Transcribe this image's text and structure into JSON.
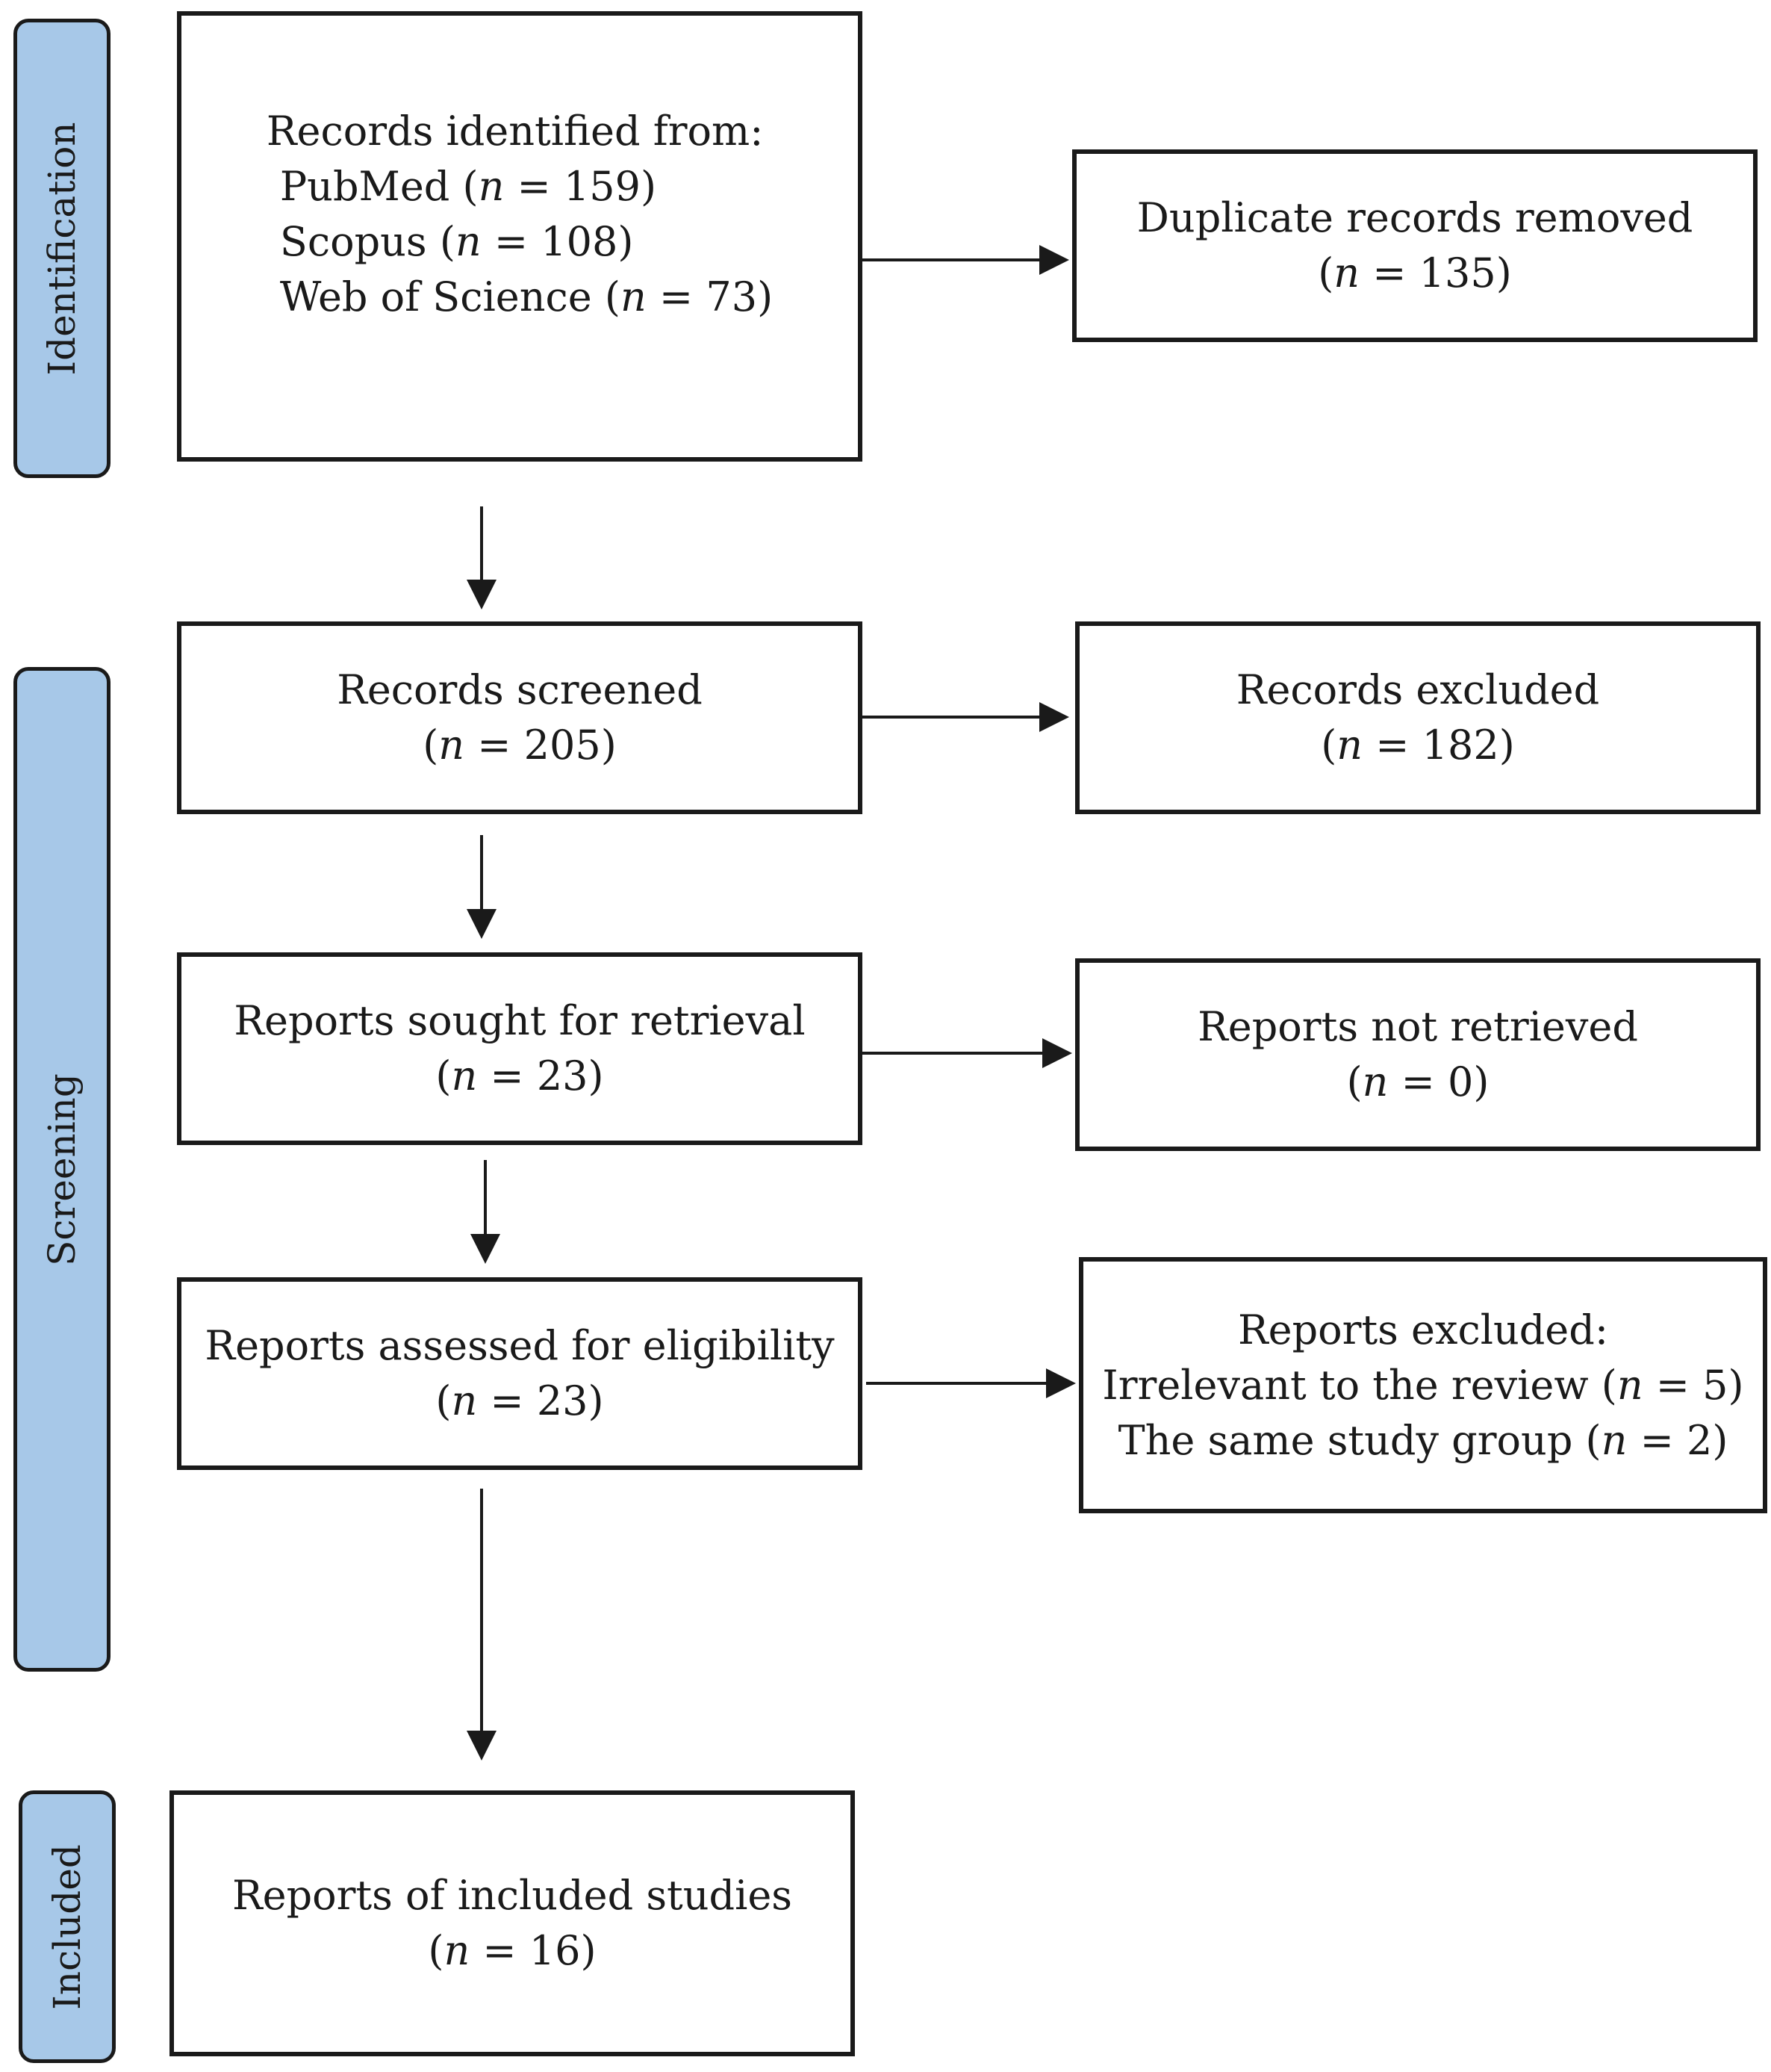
{
  "phases": {
    "identification": "Identification",
    "screening": "Screening",
    "included": "Included"
  },
  "boxes": {
    "identified": {
      "heading": "Records identified from:",
      "sources": [
        {
          "name": "PubMed",
          "count": "159"
        },
        {
          "name": "Scopus",
          "count": "108"
        },
        {
          "name": "Web of Science",
          "count": "73"
        }
      ]
    },
    "duplicates": {
      "label": "Duplicate records removed",
      "count": "135"
    },
    "screened": {
      "label": "Records screened",
      "count": "205"
    },
    "excluded": {
      "label": "Records excluded",
      "count": "182"
    },
    "sought": {
      "label": "Reports sought for retrieval",
      "count": "23"
    },
    "not_retrieved": {
      "label": "Reports not retrieved",
      "count": "0"
    },
    "assessed": {
      "label": "Reports assessed for eligibility",
      "count": "23"
    },
    "reports_excluded": {
      "heading": "Reports excluded:",
      "reasons": [
        {
          "label": "Irrelevant to the review",
          "count": "5"
        },
        {
          "label": "The same study group",
          "count": "2"
        }
      ]
    },
    "included": {
      "label": "Reports of included studies",
      "count": "16"
    }
  },
  "n_symbol": "n"
}
